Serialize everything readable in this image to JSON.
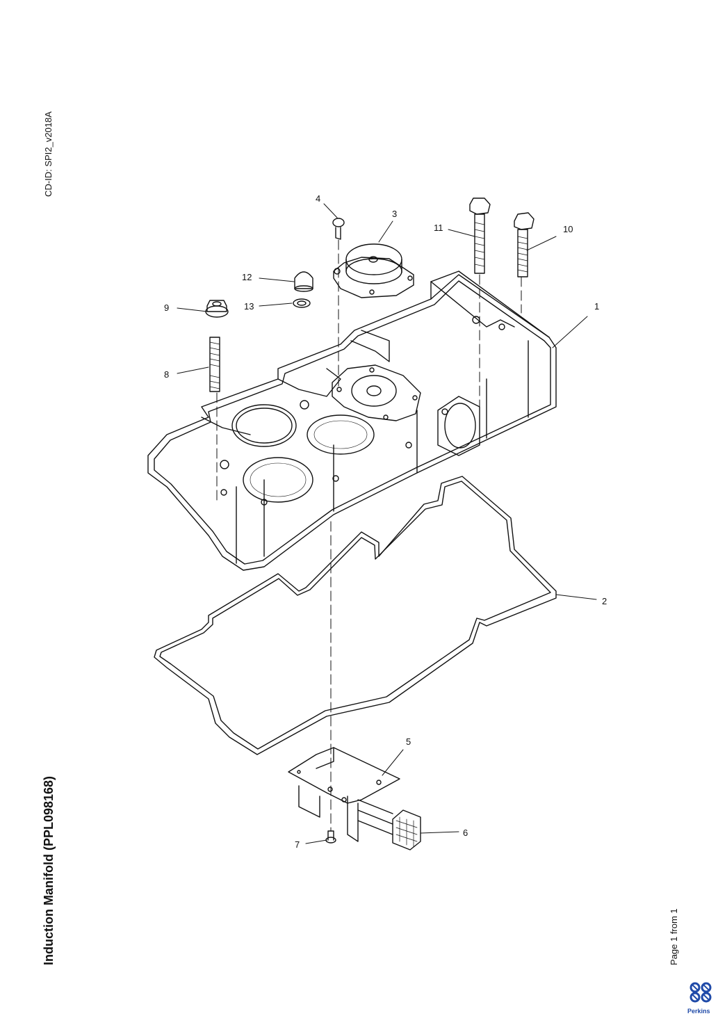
{
  "header": {
    "cd_id": "CD-ID: SPI2_v2018A"
  },
  "title": "Induction Manifold (PPL098168)",
  "footer": {
    "page": "Page 1 from 1",
    "brand": "Perkins"
  },
  "callouts": {
    "c1": "1",
    "c2": "2",
    "c3": "3",
    "c4": "4",
    "c5": "5",
    "c6": "6",
    "c7": "7",
    "c8": "8",
    "c9": "9",
    "c10": "10",
    "c11": "11",
    "c12": "12",
    "c13": "13"
  },
  "colors": {
    "line": "#111111",
    "brand": "#1f4aa8"
  }
}
